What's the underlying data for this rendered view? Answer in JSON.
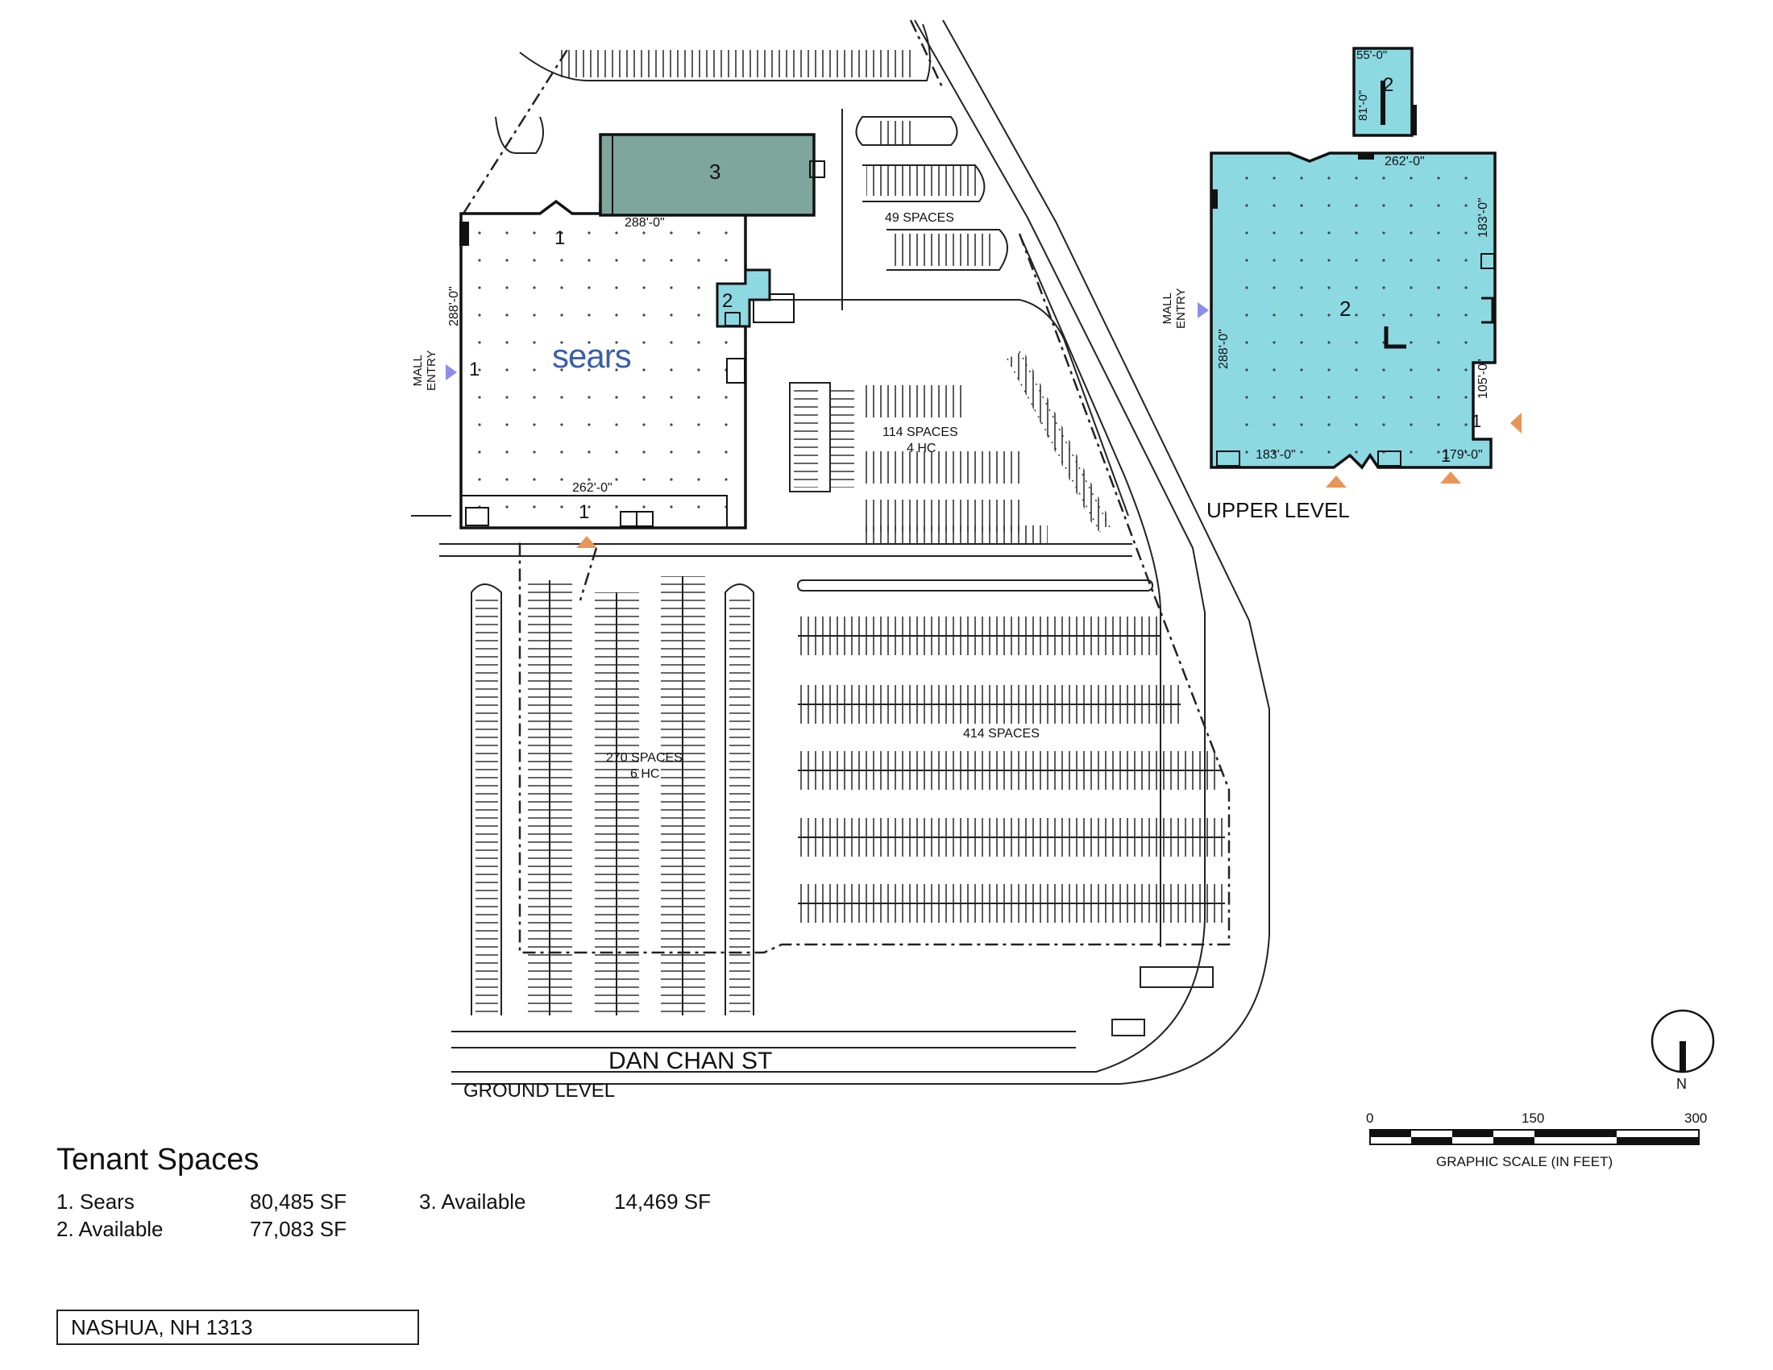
{
  "plan": {
    "ground_level_label": "GROUND LEVEL",
    "upper_level_label": "UPPER LEVEL",
    "street_label": "DAN CHAN ST",
    "anchor_logo": "sears",
    "mall_entry_label": "MALL\nENTRY",
    "parking": {
      "lot_49": "49 SPACES",
      "lot_114": "114 SPACES",
      "lot_114_hc": "4 HC",
      "lot_270": "270 SPACES",
      "lot_270_hc": "6 HC",
      "lot_414": "414 SPACES"
    },
    "unit_numbers": {
      "one": "1",
      "two": "2",
      "three": "3"
    },
    "dimensions": {
      "d288": "288'-0\"",
      "d262": "262'-0\"",
      "d55": "55'-0\"",
      "d81": "81'-0\"",
      "d183": "183'-0\"",
      "d105": "105'-0\"",
      "d179": "179'-0\""
    },
    "colors": {
      "available": "#8CD9E2",
      "available_alt": "#7FA69D",
      "entry_marker": "#E8955A",
      "mall_entry_marker": "#8A8EEA",
      "logo": "#3A5FA8"
    }
  },
  "scale": {
    "tick_0": "0",
    "tick_150": "150",
    "tick_300": "300",
    "caption": "GRAPHIC SCALE (IN FEET)"
  },
  "north": {
    "label": "N"
  },
  "legend": {
    "title": "Tenant Spaces",
    "rows": [
      {
        "name": "1. Sears",
        "area": "80,485 SF"
      },
      {
        "name": "2. Available",
        "area": "77,083 SF"
      },
      {
        "name": "3. Available",
        "area": "14,469 SF"
      }
    ]
  },
  "property_code": "NASHUA, NH 1313"
}
